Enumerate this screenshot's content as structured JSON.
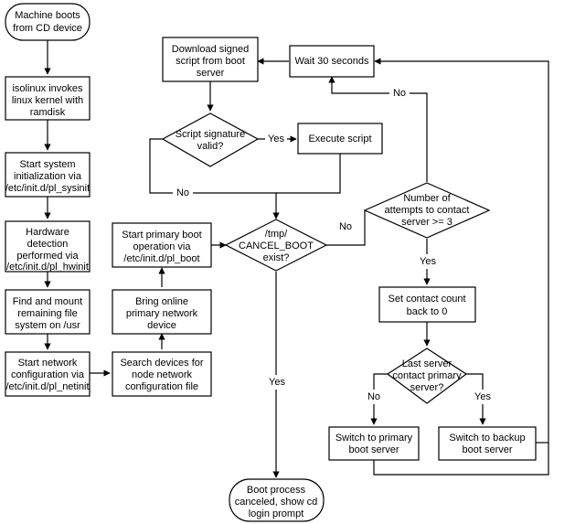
{
  "diagram": {
    "title": "PlanetLab CD boot process flowchart",
    "background_color": "#ffffff",
    "line_color": "#000000",
    "text_color": "#000000",
    "nodes": [
      {
        "id": "machine-boots",
        "type": "terminator",
        "lines": [
          "Machine boots",
          "from CD device"
        ]
      },
      {
        "id": "isolinux",
        "type": "process",
        "lines": [
          "isolinux invokes",
          "linux kernel with",
          "ramdisk"
        ]
      },
      {
        "id": "sysinit",
        "type": "process",
        "lines": [
          "Start system",
          "initialization via",
          "/etc/init.d/pl_sysinit"
        ]
      },
      {
        "id": "hwinit",
        "type": "process",
        "lines": [
          "Hardware",
          "detection",
          "performed via",
          "/etc/init.d/pl_hwinit"
        ]
      },
      {
        "id": "mount-usr",
        "type": "process",
        "lines": [
          "Find and mount",
          "remaining file",
          "system on /usr"
        ]
      },
      {
        "id": "netinit",
        "type": "process",
        "lines": [
          "Start network",
          "configuration via",
          "/etc/init.d/pl_netinit"
        ]
      },
      {
        "id": "search-devices",
        "type": "process",
        "lines": [
          "Search devices for",
          "node network",
          "configuration file"
        ]
      },
      {
        "id": "bring-online",
        "type": "process",
        "lines": [
          "Bring online",
          "primary network",
          "device"
        ]
      },
      {
        "id": "start-primary-boot",
        "type": "process",
        "lines": [
          "Start primary boot",
          "operation via",
          "/etc/init.d/pl_boot"
        ]
      },
      {
        "id": "cancel-boot",
        "type": "decision",
        "lines": [
          "/tmp/",
          "CANCEL_BOOT",
          "exist?"
        ]
      },
      {
        "id": "boot-canceled",
        "type": "terminator",
        "lines": [
          "Boot process",
          "canceled, show cd",
          "login prompt"
        ]
      },
      {
        "id": "download-script",
        "type": "process",
        "lines": [
          "Download signed",
          "script from boot",
          "server"
        ]
      },
      {
        "id": "signature-valid",
        "type": "decision",
        "lines": [
          "Script signature",
          "valid?"
        ]
      },
      {
        "id": "execute-script",
        "type": "process",
        "lines": [
          "Execute script"
        ]
      },
      {
        "id": "wait-30",
        "type": "process",
        "lines": [
          "Wait 30 seconds"
        ]
      },
      {
        "id": "attempts",
        "type": "decision",
        "lines": [
          "Number of",
          "attempts to contact",
          "server >= 3"
        ]
      },
      {
        "id": "reset-count",
        "type": "process",
        "lines": [
          "Set contact count",
          "back to 0"
        ]
      },
      {
        "id": "last-server",
        "type": "decision",
        "lines": [
          "Last server",
          "contact primary",
          "server?"
        ]
      },
      {
        "id": "switch-primary",
        "type": "process",
        "lines": [
          "Switch to primary",
          "boot server"
        ]
      },
      {
        "id": "switch-backup",
        "type": "process",
        "lines": [
          "Switch to backup",
          "boot server"
        ]
      }
    ],
    "edge_labels": [
      {
        "id": "sig-yes",
        "text": "Yes"
      },
      {
        "id": "sig-no",
        "text": "No"
      },
      {
        "id": "cancel-no",
        "text": "No"
      },
      {
        "id": "cancel-yes",
        "text": "Yes"
      },
      {
        "id": "attempts-no",
        "text": "No"
      },
      {
        "id": "attempts-yes",
        "text": "Yes"
      },
      {
        "id": "last-no",
        "text": "No"
      },
      {
        "id": "last-yes",
        "text": "Yes"
      }
    ]
  }
}
